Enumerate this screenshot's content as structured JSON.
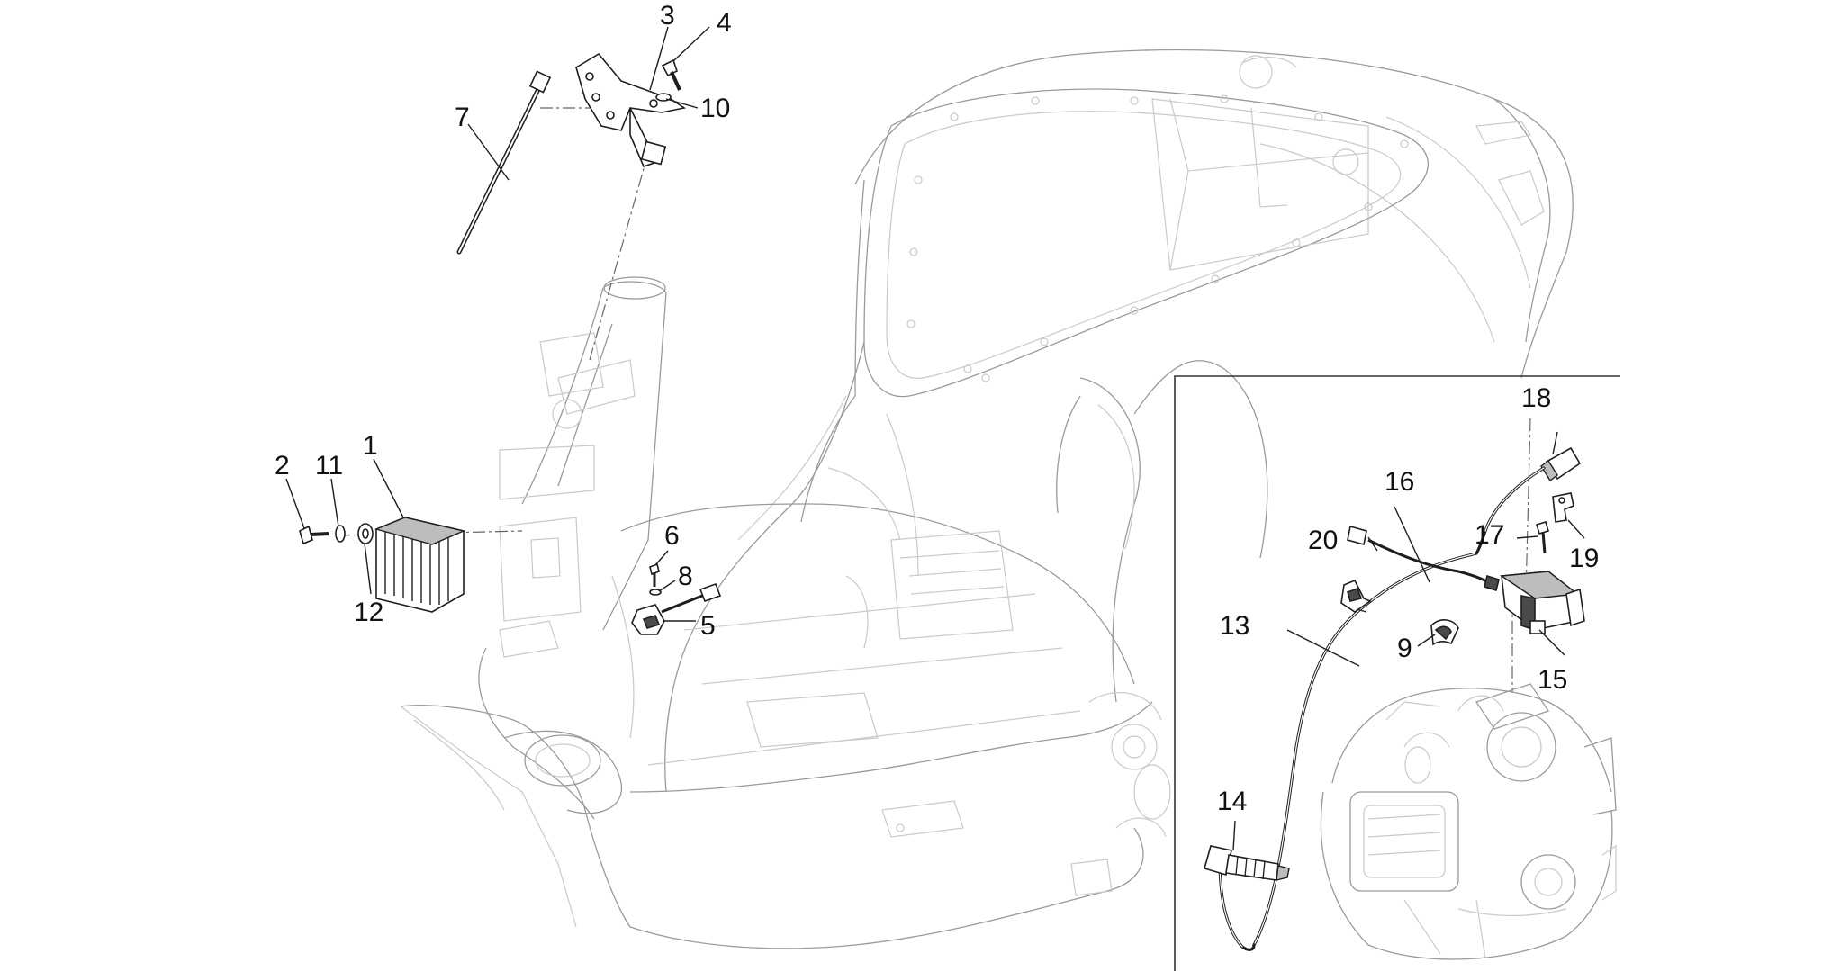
{
  "callouts": [
    {
      "id": "1",
      "label": "1"
    },
    {
      "id": "2",
      "label": "2"
    },
    {
      "id": "3",
      "label": "3"
    },
    {
      "id": "4",
      "label": "4"
    },
    {
      "id": "5",
      "label": "5"
    },
    {
      "id": "6",
      "label": "6"
    },
    {
      "id": "7",
      "label": "7"
    },
    {
      "id": "8",
      "label": "8"
    },
    {
      "id": "9",
      "label": "9"
    },
    {
      "id": "10",
      "label": "10"
    },
    {
      "id": "11",
      "label": "11"
    },
    {
      "id": "12",
      "label": "12"
    },
    {
      "id": "13",
      "label": "13"
    },
    {
      "id": "14",
      "label": "14"
    },
    {
      "id": "15",
      "label": "15"
    },
    {
      "id": "16",
      "label": "16"
    },
    {
      "id": "17",
      "label": "17"
    },
    {
      "id": "18",
      "label": "18"
    },
    {
      "id": "19",
      "label": "19"
    },
    {
      "id": "20",
      "label": "20"
    }
  ],
  "colors": {
    "line": "#1e1e1e",
    "frame": "#9a9a9a",
    "background": "#ffffff"
  }
}
